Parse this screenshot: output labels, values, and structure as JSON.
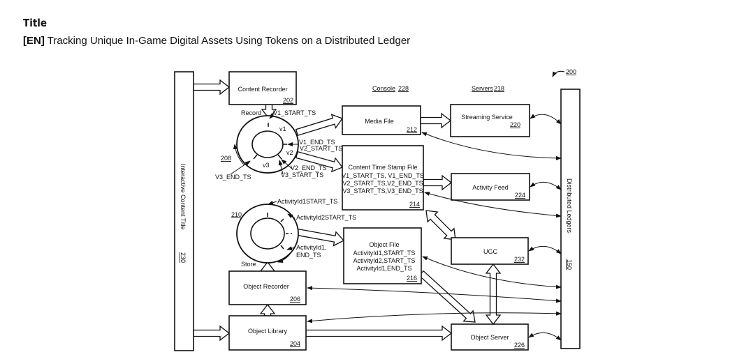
{
  "header": {
    "heading": "Title",
    "lang_tag": "[EN]",
    "title": "Tracking Unique In-Game Digital Assets Using Tokens on a Distributed Ledger"
  },
  "figure": {
    "figure_ref": "200",
    "interactive_content_title": {
      "label": "Interactive Content Title",
      "ref": "230"
    },
    "distributed_ledgers": {
      "label": "Distributed Ledgers",
      "ref": "150"
    },
    "console": {
      "label": "Console",
      "ref": "228"
    },
    "servers": {
      "label": "Servers",
      "ref": "218"
    },
    "content_recorder": {
      "label": "Content Recorder",
      "ref": "202"
    },
    "object_recorder": {
      "label": "Object Recorder",
      "ref": "206"
    },
    "object_library": {
      "label": "Object Library",
      "ref": "204"
    },
    "media_file": {
      "label": "Media File",
      "ref": "212"
    },
    "content_time_stamp_file": {
      "label": "Content Time Stamp File",
      "lines": [
        "V1_START_TS, V1_END_TS",
        "V2_START_TS,V2_END_TS",
        "V3_START_TS,V3_END_TS"
      ],
      "ref": "214"
    },
    "object_file": {
      "label": "Object File",
      "lines": [
        "ActivityId1,START_TS",
        "ActivityId2,START_TS",
        "ActivityId1,END_TS"
      ],
      "ref": "216"
    },
    "streaming_service": {
      "label": "Streaming Service",
      "ref": "220"
    },
    "activity_feed": {
      "label": "Activity Feed",
      "ref": "224"
    },
    "ugc": {
      "label": "UGC",
      "ref": "232"
    },
    "object_server": {
      "label": "Object Server",
      "ref": "226"
    },
    "ring_208": {
      "ref": "208",
      "record": "Record",
      "v1": "v1",
      "v2": "v2",
      "v3": "v3",
      "v1_start": "V1_START_TS",
      "v1_end": "V1_END_TS",
      "v2_start": "V2_START_TS",
      "v2_end": "V2_END_TS",
      "v3_start": "V3_START_TS",
      "v3_end": "V3_END_TS"
    },
    "ring_210": {
      "ref": "210",
      "store": "Store",
      "a1_start": "ActivityId1START_TS",
      "a2_start": "ActivityId2START_TS",
      "a1_end_1": "ActivityId1,",
      "a1_end_2": "END_TS"
    }
  }
}
